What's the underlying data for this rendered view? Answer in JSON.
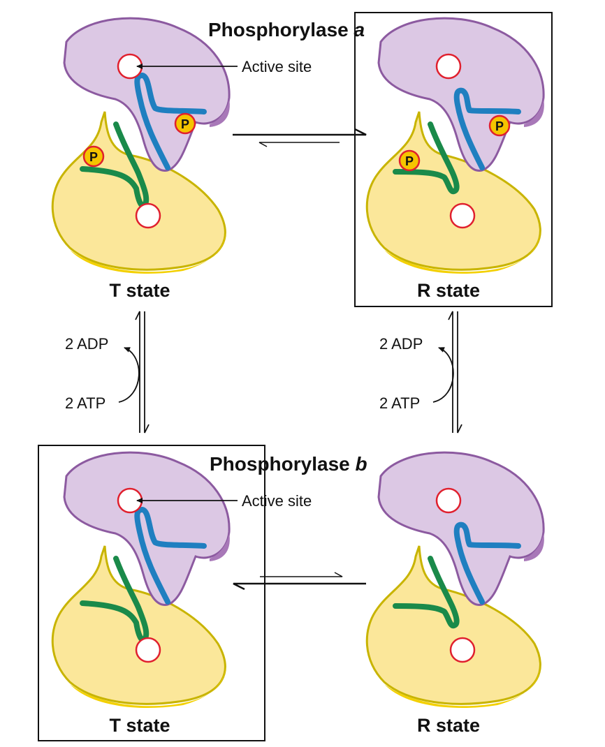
{
  "title_a_prefix": "Phosphorylase",
  "title_a_letter": "a",
  "title_b_prefix": "Phosphorylase",
  "title_b_letter": "b",
  "active_site_label": "Active site",
  "t_state_label": "T state",
  "r_state_label": "R state",
  "adp_label": "2 ADP",
  "atp_label": "2 ATP",
  "phosphate_label": "P",
  "colors": {
    "upper_domain": "#dcc8e4",
    "upper_domain_stroke": "#8c5aa0",
    "lower_domain": "#fbe79a",
    "lower_domain_stroke": "#c8b400",
    "blue_chain": "#1f7fc0",
    "green_chain": "#1a8a4a",
    "active_site_ring": "#e0202e",
    "phosphate_fill": "#f5c400"
  }
}
